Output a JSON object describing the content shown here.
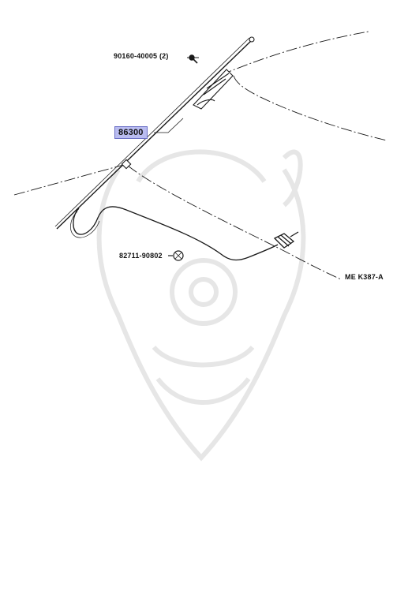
{
  "diagram": {
    "parts": [
      {
        "part_number": "90160-40005",
        "quantity": "(2)"
      },
      {
        "part_number": "86300",
        "highlighted": true
      },
      {
        "part_number": "82711-90802"
      }
    ],
    "reference_code": "ME  K387-A",
    "colors": {
      "line": "#1a1a1a",
      "highlight_fill": "#b9bcf0",
      "highlight_border": "#6a6fc6",
      "watermark": "#e4e4e4"
    }
  },
  "labels": {
    "bolt": "90160-40005 (2)",
    "antenna": "86300",
    "clamp": "82711-90802",
    "reference": "ME  K387-A"
  }
}
